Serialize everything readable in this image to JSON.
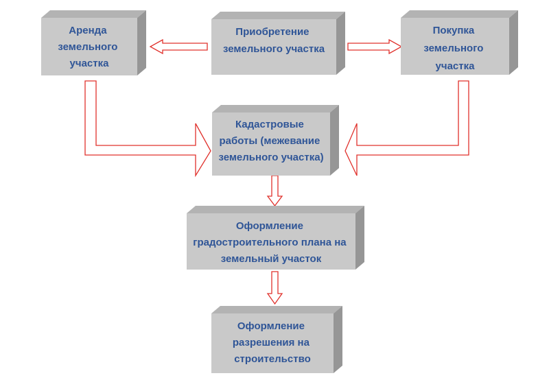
{
  "colors": {
    "box_face": "#C9C9C9",
    "box_side": "#969696",
    "box_top": "#B3B3B3",
    "text": "#2F5597",
    "arrow_stroke": "#E0302B",
    "arrow_fill": "#FFFFFF"
  },
  "nodes": {
    "acquisition": {
      "lines": [
        "Приобретение",
        "земельного участка"
      ]
    },
    "lease": {
      "lines": [
        "Аренда",
        "земельного",
        "участка"
      ]
    },
    "purchase": {
      "lines": [
        "Покупка",
        "земельного",
        "участка"
      ]
    },
    "cadastral": {
      "lines": [
        "Кадастровые",
        "работы (межевание",
        "земельного участка)"
      ]
    },
    "urban_plan": {
      "lines": [
        "Оформление",
        "градостроительного плана на",
        "земельный участок"
      ]
    },
    "permit": {
      "lines": [
        "Оформление",
        "разрешения на",
        "строительство"
      ]
    }
  }
}
